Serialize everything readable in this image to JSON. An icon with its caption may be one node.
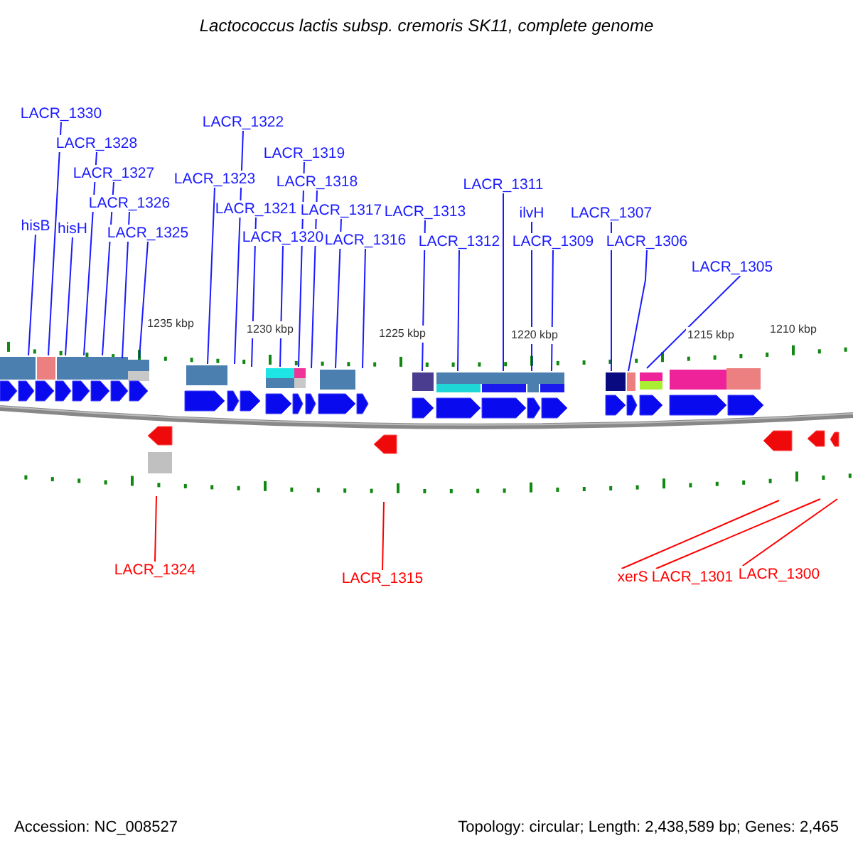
{
  "diagram": {
    "title": "Lactococcus lactis subsp. cremoris SK11, complete genome",
    "nodes": [
      {
        "text": [
          "LACR_1330"
        ]
      },
      {
        "text": [
          "LACR_1328"
        ]
      },
      {
        "text": [
          "LACR_1327"
        ]
      },
      {
        "text": [
          "LACR_1326"
        ]
      },
      {
        "text": [
          "LACR_1325"
        ]
      },
      {
        "text": [
          "hisB"
        ]
      },
      {
        "text": [
          "hisH"
        ]
      },
      {
        "text": [
          "LACR_1323"
        ]
      },
      {
        "text": [
          "LACR_1322"
        ]
      },
      {
        "text": [
          "LACR_1321"
        ]
      },
      {
        "text": [
          "LACR_1320"
        ]
      },
      {
        "text": [
          "LACR_1319"
        ]
      },
      {
        "text": [
          "LACR_1318"
        ]
      },
      {
        "text": [
          "LACR_1317"
        ]
      },
      {
        "text": [
          "LACR_1316"
        ]
      },
      {
        "text": [
          "LACR_1313"
        ]
      },
      {
        "text": [
          "LACR_1312"
        ]
      },
      {
        "text": [
          "LACR_1311"
        ]
      },
      {
        "text": [
          "ilvH"
        ]
      },
      {
        "text": [
          "LACR_1309"
        ]
      },
      {
        "text": [
          "LACR_1307"
        ]
      },
      {
        "text": [
          "LACR_1306"
        ]
      },
      {
        "text": [
          "LACR_1305"
        ]
      },
      {
        "text": [
          "LACR_1324"
        ]
      },
      {
        "text": [
          "LACR_1315"
        ]
      },
      {
        "text": [
          "xerS"
        ]
      },
      {
        "text": [
          "LACR_1301"
        ]
      },
      {
        "text": [
          "LACR_1300"
        ]
      }
    ],
    "edges": [
      {
        "from": 0,
        "to": null,
        "arrow": "none"
      },
      {
        "from": 1,
        "to": null,
        "arrow": "none"
      },
      {
        "from": 2,
        "to": null,
        "arrow": "none"
      },
      {
        "from": 3,
        "to": null,
        "arrow": "none"
      },
      {
        "from": 4,
        "to": null,
        "arrow": "none"
      },
      {
        "from": 5,
        "to": null,
        "arrow": "none"
      },
      {
        "from": 6,
        "to": null,
        "arrow": "none"
      },
      {
        "from": 7,
        "to": null,
        "arrow": "none"
      },
      {
        "from": 8,
        "to": null,
        "arrow": "none"
      },
      {
        "from": 9,
        "to": null,
        "arrow": "none"
      },
      {
        "from": 10,
        "to": null,
        "arrow": "none"
      },
      {
        "from": 11,
        "to": null,
        "arrow": "none"
      },
      {
        "from": 12,
        "to": null,
        "arrow": "none"
      },
      {
        "from": 13,
        "to": null,
        "arrow": "none"
      },
      {
        "from": 14,
        "to": null,
        "arrow": "none"
      },
      {
        "from": 15,
        "to": null,
        "arrow": "none"
      },
      {
        "from": 16,
        "to": null,
        "arrow": "none"
      },
      {
        "from": 17,
        "to": null,
        "arrow": "none"
      },
      {
        "from": 18,
        "to": null,
        "arrow": "none"
      },
      {
        "from": 19,
        "to": null,
        "arrow": "none"
      },
      {
        "from": 20,
        "to": null,
        "arrow": "none"
      },
      {
        "from": 21,
        "to": null,
        "arrow": "none"
      },
      {
        "from": 22,
        "to": null,
        "arrow": "none"
      },
      {
        "from": 23,
        "to": null,
        "arrow": "none",
        "color": "#ff0000"
      },
      {
        "from": 24,
        "to": null,
        "arrow": "none",
        "color": "#ff0000"
      },
      {
        "from": 25,
        "to": null,
        "arrow": "none",
        "color": "#ff0000"
      },
      {
        "from": 26,
        "to": null,
        "arrow": "none",
        "color": "#ff0000"
      },
      {
        "from": 27,
        "to": null,
        "arrow": "none",
        "color": "#ff0000"
      }
    ],
    "labels": [
      "1235 kbp",
      "1230 kbp",
      "1225 kbp",
      "1220 kbp",
      "1215 kbp",
      "1210 kbp",
      "Accession: NC_008527",
      "Topology: circular; Length: 2,438,589 bp; Genes: 2,465"
    ]
  }
}
